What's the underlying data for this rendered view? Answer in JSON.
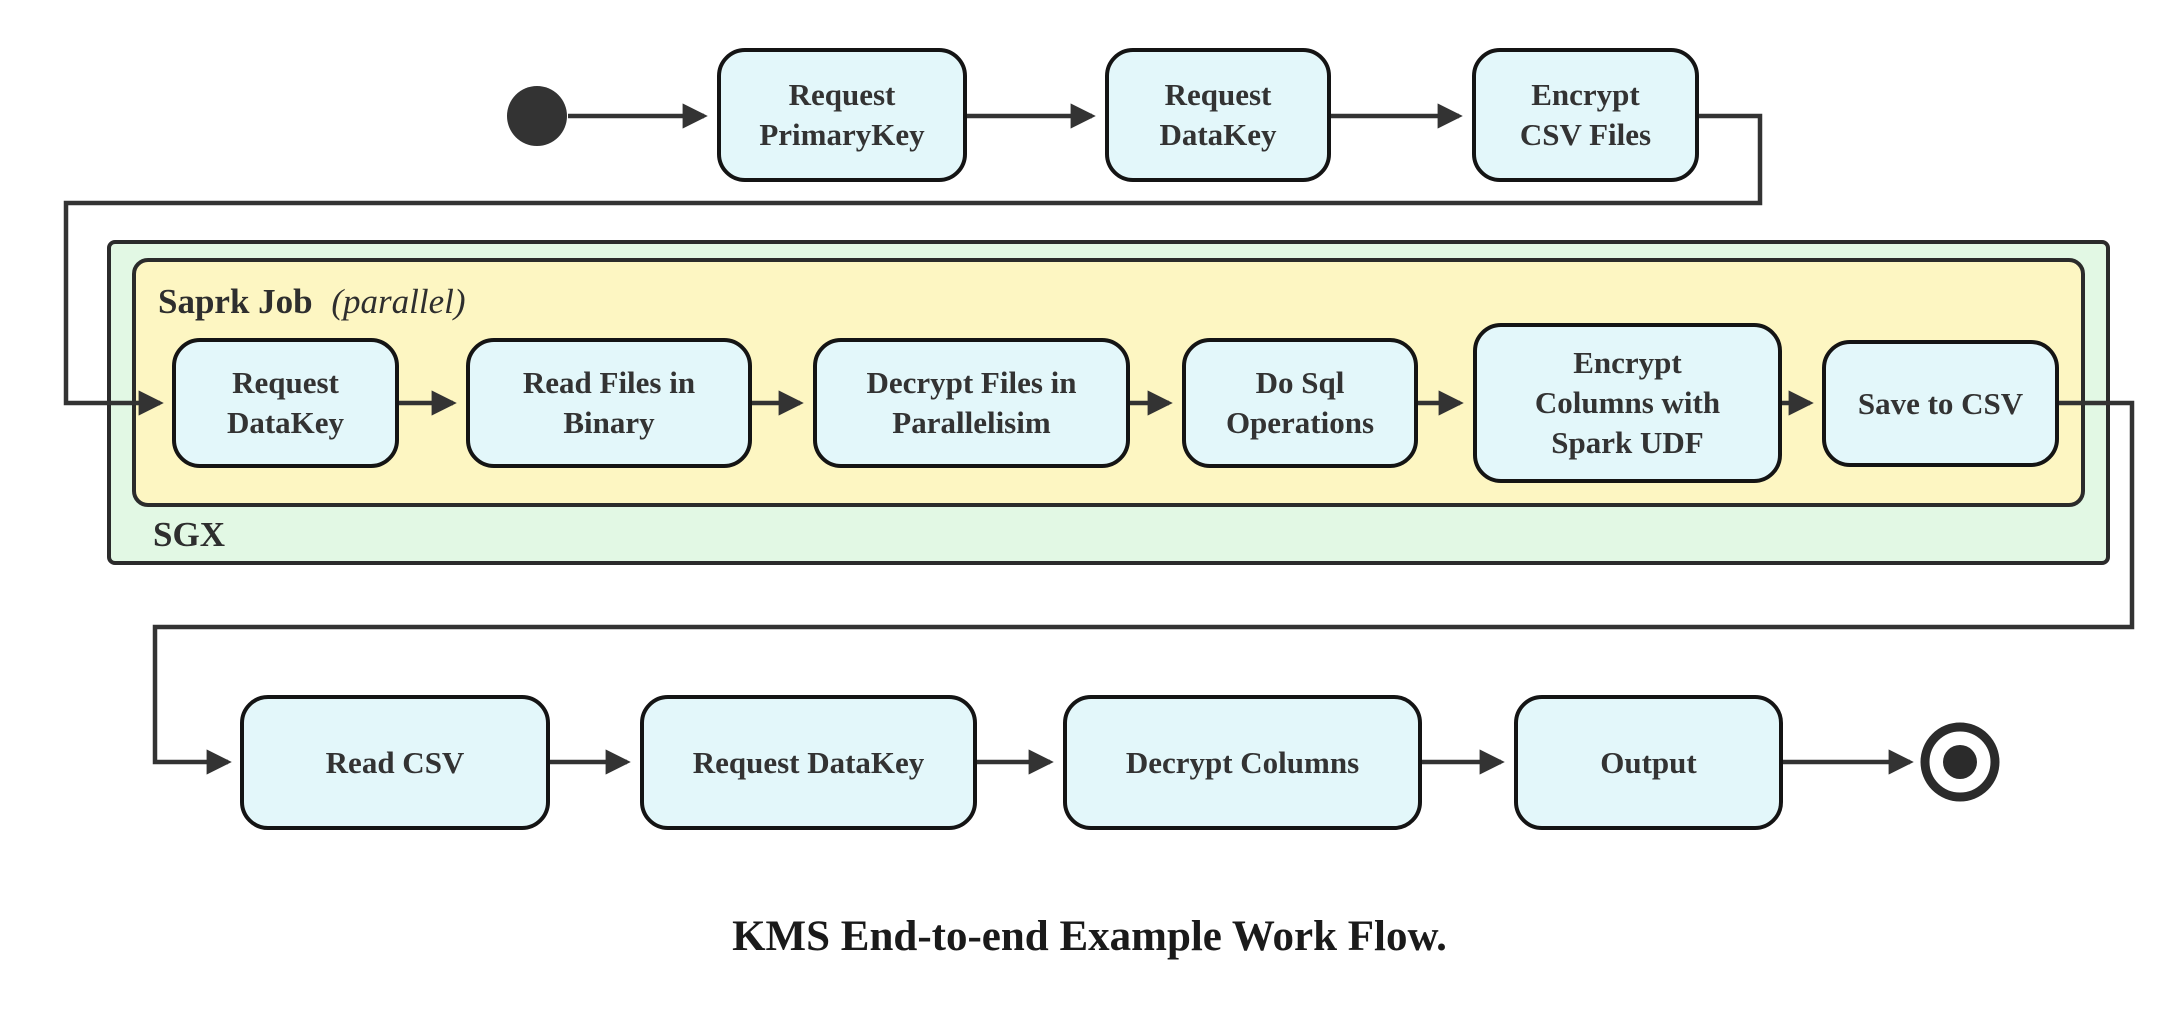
{
  "flow": {
    "title": "KMS End-to-end Example Work Flow.",
    "containers": {
      "sgx_label": "SGX",
      "spark_job_label": "Saprk Job",
      "spark_job_qualifier": "(parallel)"
    },
    "top_row": {
      "request_primarykey": "Request\nPrimaryKey",
      "request_datakey": "Request\nDataKey",
      "encrypt_csv_files": "Encrypt\nCSV Files"
    },
    "sgx_row": {
      "request_datakey": "Request\nDataKey",
      "read_files_in_binary": "Read Files in\nBinary",
      "decrypt_files_in_parallelisim": "Decrypt Files in\nParallelisim",
      "do_sql_operations": "Do Sql\nOperations",
      "encrypt_columns_with_spark_udf": "Encrypt\nColumns with\nSpark UDF",
      "save_to_csv": "Save to CSV"
    },
    "bottom_row": {
      "read_csv": "Read CSV",
      "request_datakey": "Request DataKey",
      "decrypt_columns": "Decrypt Columns",
      "output": "Output"
    },
    "colors": {
      "node_fill": "#e3f7fa",
      "node_border": "#141414",
      "sgx_container_fill": "#e2f8e4",
      "spark_container_fill": "#fdf6c2",
      "container_border": "#2b2b2b",
      "connector": "#333333",
      "text": "#333333"
    }
  }
}
